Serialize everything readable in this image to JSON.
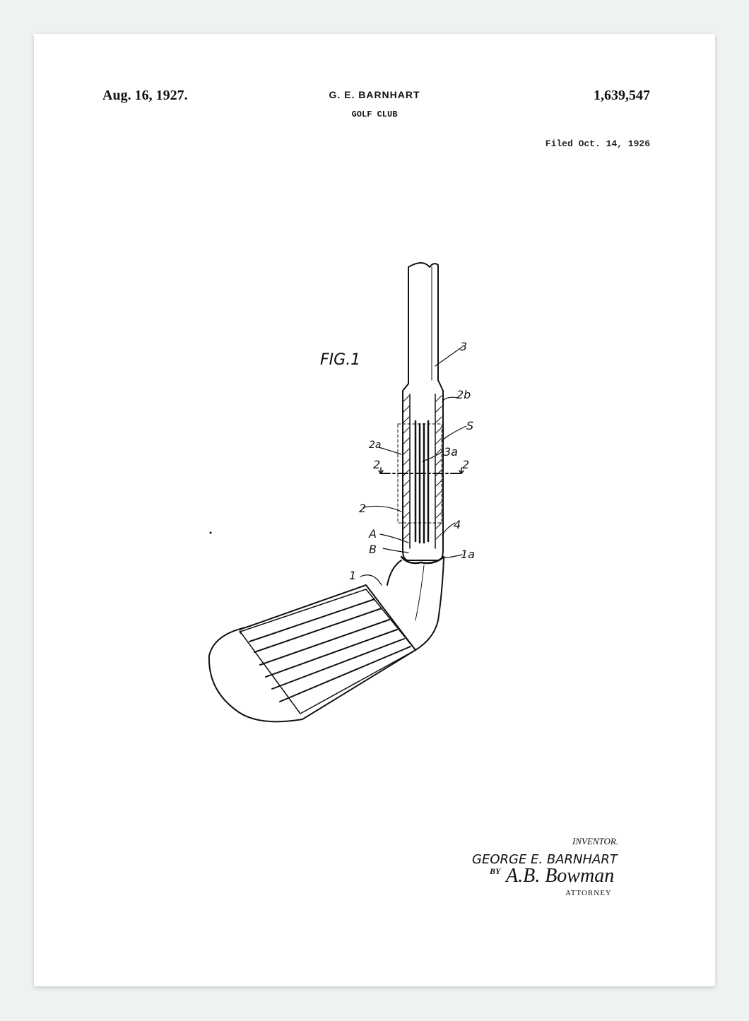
{
  "header": {
    "date": "Aug. 16, 1927.",
    "inventor": "G. E. BARNHART",
    "title": "GOLF CLUB",
    "patent_number": "1,639,547",
    "filed": "Filed Oct. 14, 1926"
  },
  "figure": {
    "label": "FIG.1",
    "callouts": [
      "3",
      "2b",
      "S",
      "2a",
      "3a",
      "2",
      "2",
      "2",
      "4",
      "A",
      "B",
      "1a",
      "1"
    ]
  },
  "signature": {
    "inventor_label": "INVENTOR.",
    "inventor_name": "GEORGE E. BARNHART",
    "by": "BY",
    "attorney_signature": "A.B. Bowman",
    "attorney_label": "ATTORNEY"
  },
  "colors": {
    "paper": "#ffffff",
    "background": "#eef2f1",
    "ink": "#111111"
  }
}
